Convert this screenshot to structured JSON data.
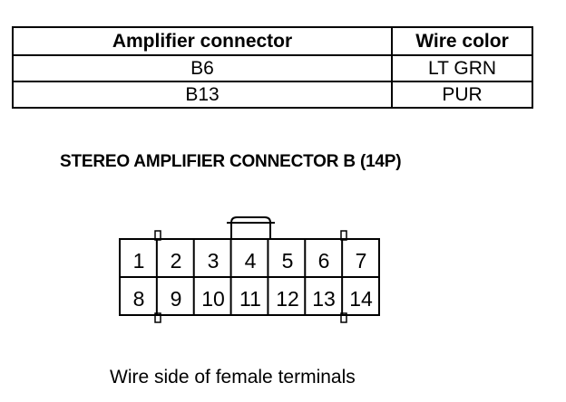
{
  "table": {
    "headers": [
      "Amplifier connector",
      "Wire color"
    ],
    "rows": [
      [
        "B6",
        "LT GRN"
      ],
      [
        "B13",
        "PUR"
      ]
    ]
  },
  "diagram": {
    "title": "STEREO AMPLIFIER CONNECTOR B (14P)",
    "pins_top": [
      "1",
      "2",
      "3",
      "4",
      "5",
      "6",
      "7"
    ],
    "pins_bottom": [
      "8",
      "9",
      "10",
      "11",
      "12",
      "13",
      "14"
    ],
    "caption": "Wire side of female terminals"
  }
}
